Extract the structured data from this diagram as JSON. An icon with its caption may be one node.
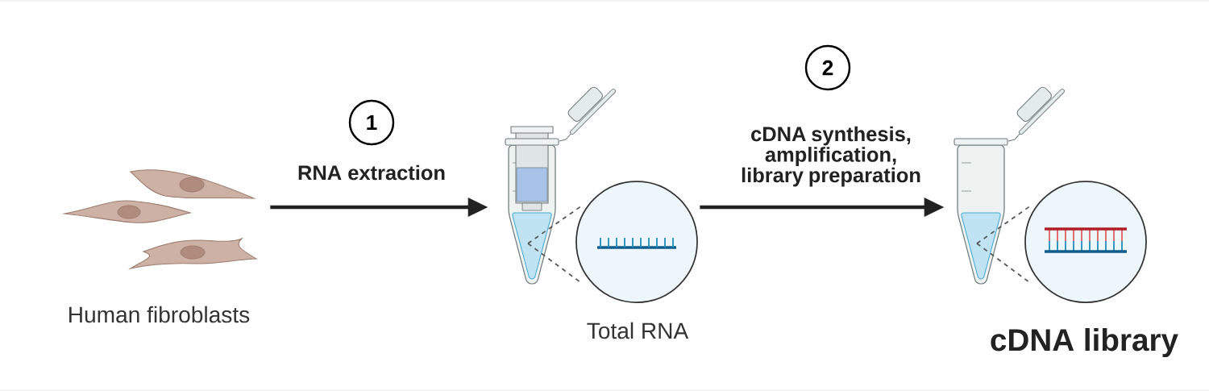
{
  "diagram": {
    "nodes": [
      {
        "text": [],
        "shape": "picture",
        "beside": [
          "Human fibroblasts"
        ]
      },
      {
        "text": [
          "1"
        ]
      },
      {
        "text": [],
        "shape": "picture",
        "beside": [
          "Total RNA"
        ]
      },
      {
        "text": [
          "2"
        ]
      },
      {
        "text": [],
        "shape": "picture",
        "beside": [
          "cDNA library"
        ]
      }
    ],
    "edges": [
      {
        "from": 0,
        "to": 2,
        "arrow": "to",
        "label": "RNA extraction"
      },
      {
        "from": 2,
        "to": 4,
        "arrow": "to",
        "label": "cDNA synthesis, amplification, library preparation"
      }
    ]
  }
}
